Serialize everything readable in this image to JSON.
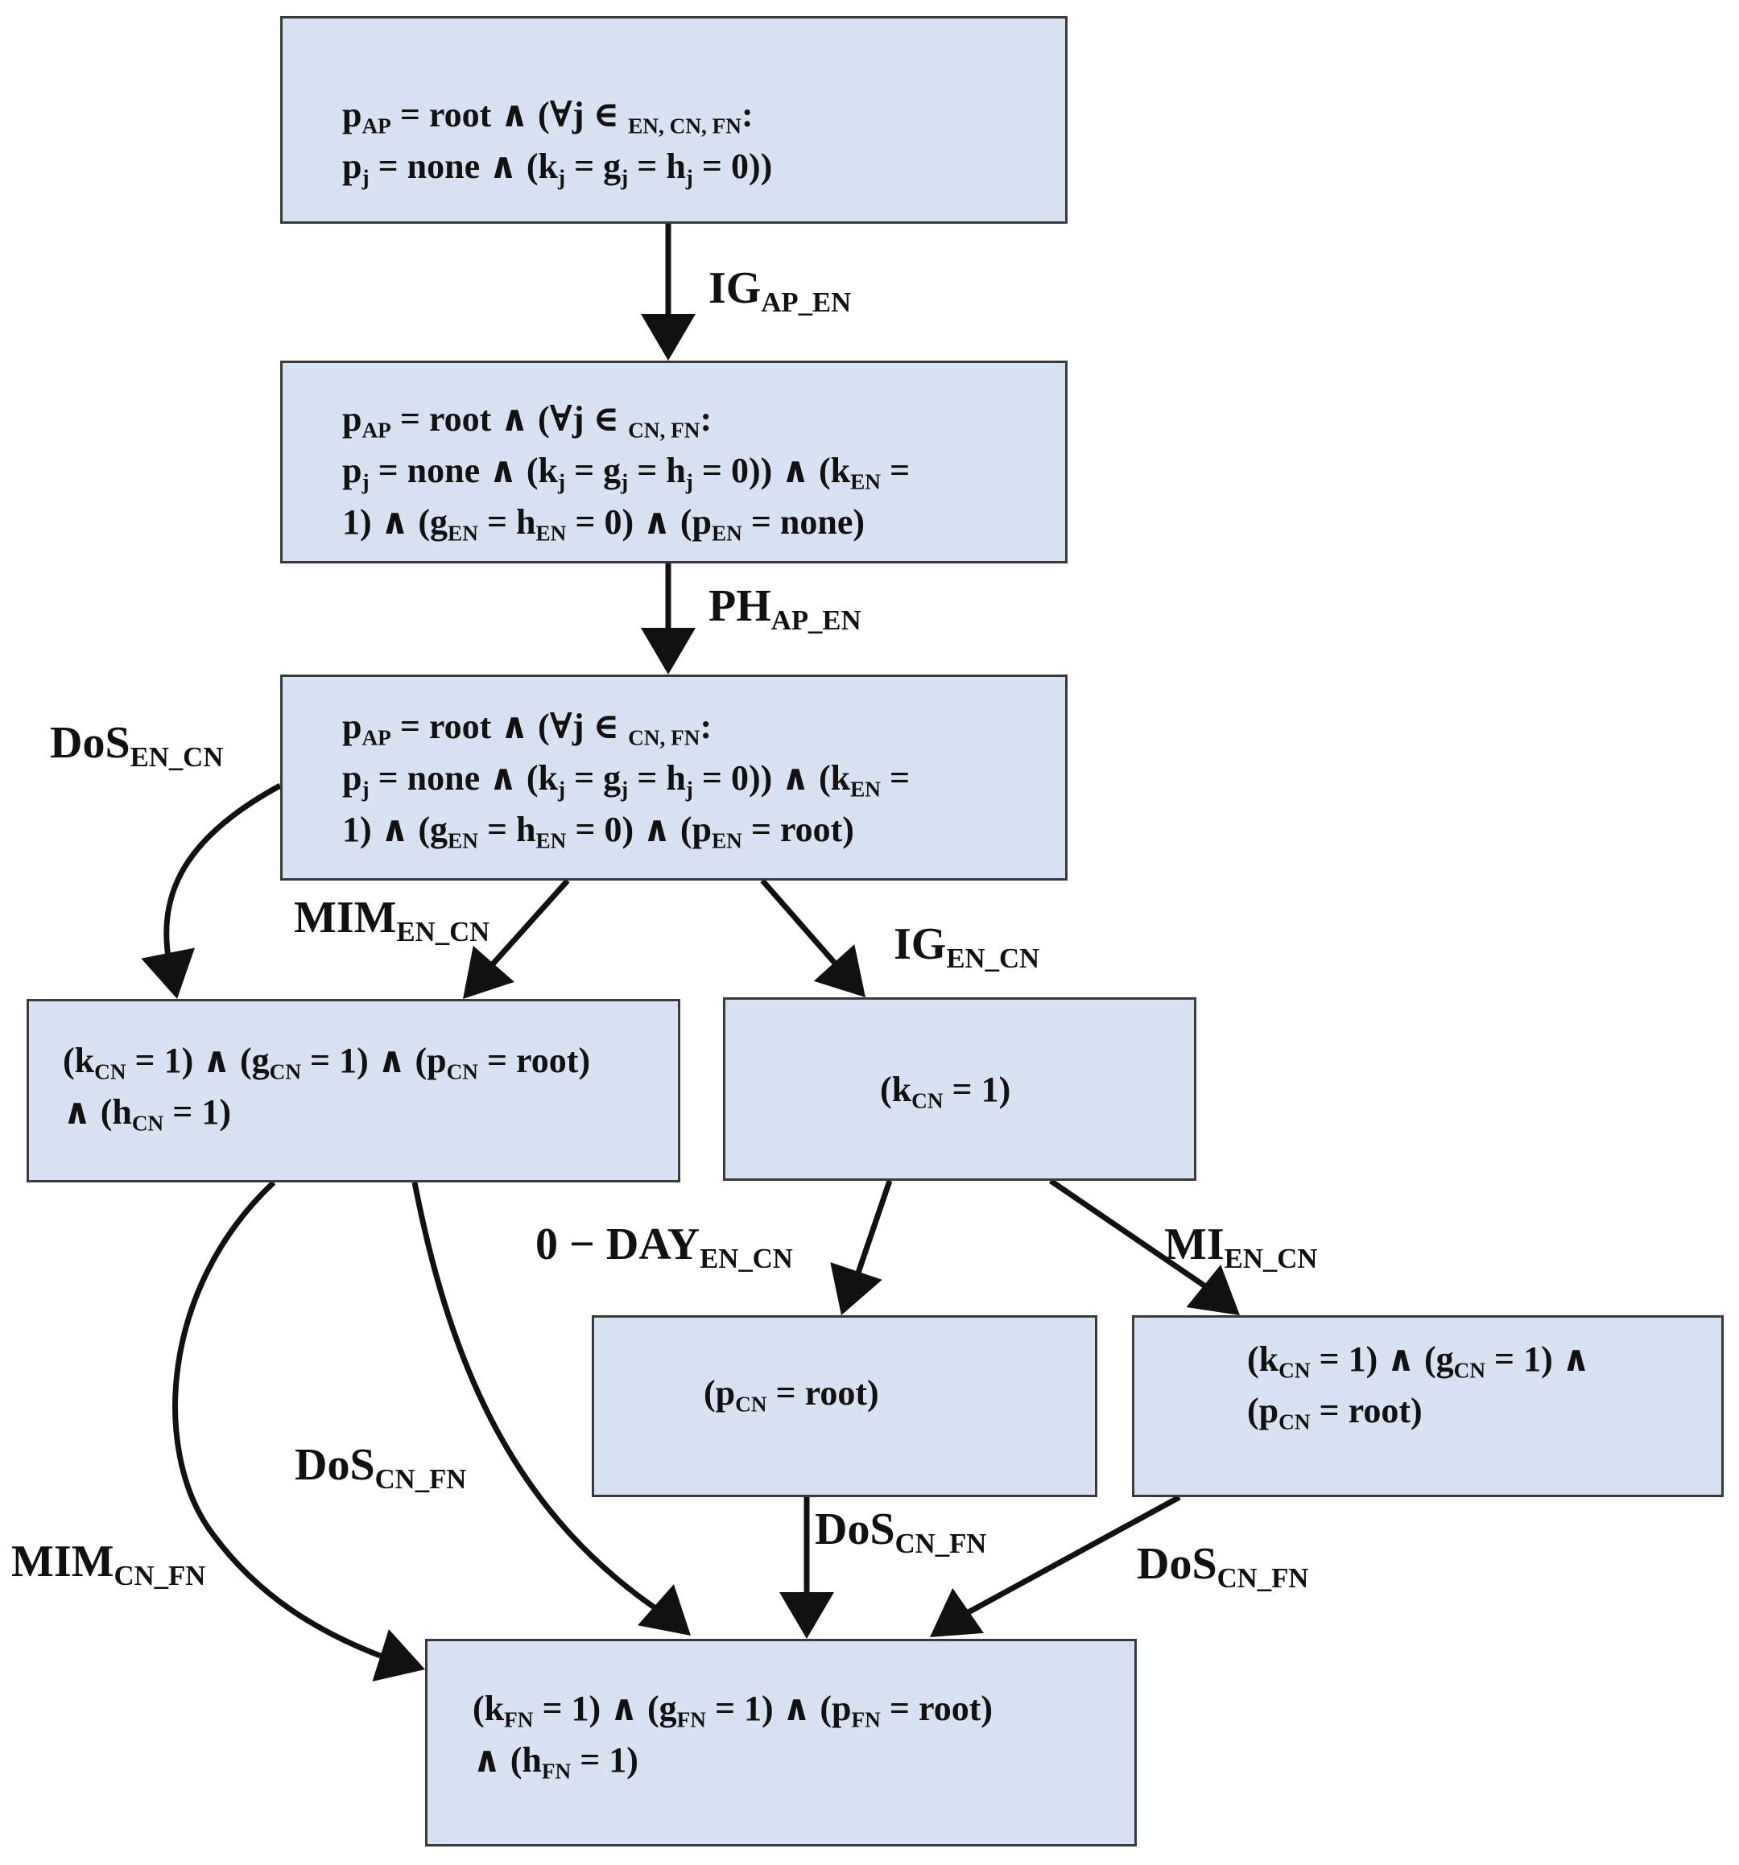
{
  "colors": {
    "box_fill": "#d9e2f3",
    "box_border": "#3a3a3a",
    "ink": "#111111"
  },
  "nodes": [
    {
      "id": "s0",
      "lines": [
        "p{AP} = root ∧ (∀j ∈ {EN, CN, FN}:",
        " p{j} = none ∧  (k{j} = g{j} = h{j} = 0))"
      ]
    },
    {
      "id": "s1",
      "lines": [
        "p{AP} = root ∧ (∀j ∈ {CN, FN}:",
        " p{j} = none ∧  (k{j} = g{j} = h{j} = 0)) ∧ (k{EN} =",
        "1) ∧ (g{EN} = h{EN} = 0) ∧ (p{EN} = none)"
      ]
    },
    {
      "id": "s2",
      "lines": [
        "p{AP} = root ∧ (∀j ∈ {CN, FN}:",
        " p{j} = none ∧  (k{j} = g{j} = h{j} = 0)) ∧ (k{EN} =",
        "1) ∧ (g{EN} = h{EN} = 0) ∧ (p{EN} = root)"
      ]
    },
    {
      "id": "s3",
      "lines": [
        "(k{CN} = 1) ∧  (g{CN} = 1) ∧ (p{CN} = root)",
        " ∧ (h{CN} = 1)"
      ]
    },
    {
      "id": "s4",
      "lines": [
        "(k{CN} = 1)"
      ]
    },
    {
      "id": "s5",
      "lines": [
        "(p{CN} = root)"
      ]
    },
    {
      "id": "s6",
      "lines": [
        "(k{CN} = 1) ∧  (g{CN} = 1) ∧",
        "(p{CN} = root)"
      ]
    },
    {
      "id": "s7",
      "lines": [
        "(k{FN} = 1) ∧  (g{FN} = 1) ∧ (p{FN} = root)",
        " ∧ (h{FN} = 1)"
      ]
    }
  ],
  "edges": [
    {
      "id": "e-ig-ap-en",
      "from": "s0",
      "to": "s1",
      "label": "IG{AP_EN}"
    },
    {
      "id": "e-ph-ap-en",
      "from": "s1",
      "to": "s2",
      "label": "PH{AP_EN}"
    },
    {
      "id": "e-dos-en-cn",
      "from": "s2",
      "to": "s3",
      "label": "DoS{EN_CN}"
    },
    {
      "id": "e-mim-en-cn",
      "from": "s2",
      "to": "s3",
      "label": "MIM{EN_CN}"
    },
    {
      "id": "e-ig-en-cn",
      "from": "s2",
      "to": "s4",
      "label": "IG{EN_CN}"
    },
    {
      "id": "e-0day-en-cn",
      "from": "s4",
      "to": "s5",
      "label": "0 − DAY{EN_CN}"
    },
    {
      "id": "e-mi-en-cn",
      "from": "s4",
      "to": "s6",
      "label": "MI{EN_CN}"
    },
    {
      "id": "e-mim-cn-fn",
      "from": "s3",
      "to": "s7",
      "label": "MIM{CN_FN}"
    },
    {
      "id": "e-dos-cn-fn-a",
      "from": "s3",
      "to": "s7",
      "label": "DoS{CN_FN}"
    },
    {
      "id": "e-dos-cn-fn-b",
      "from": "s5",
      "to": "s7",
      "label": "DoS{CN_FN}"
    },
    {
      "id": "e-dos-cn-fn-c",
      "from": "s6",
      "to": "s7",
      "label": "DoS{CN_FN}"
    }
  ]
}
